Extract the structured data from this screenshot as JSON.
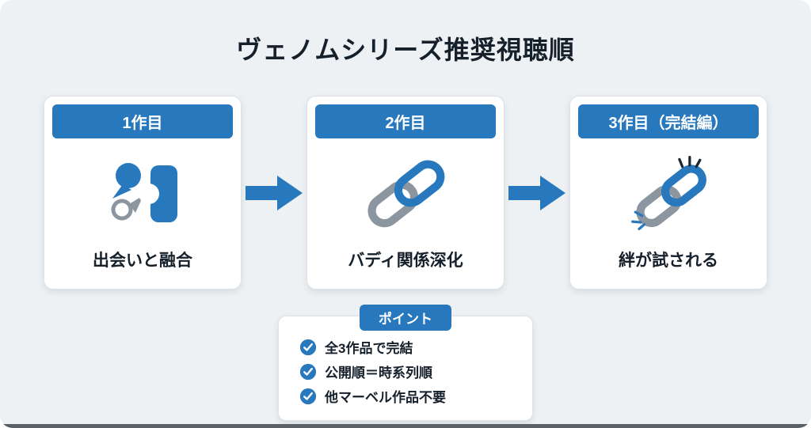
{
  "title": "ヴェノムシリーズ推奨視聴順",
  "steps": [
    {
      "header": "1作目",
      "caption": "出会いと融合",
      "icon": "fusion-icon"
    },
    {
      "header": "2作目",
      "caption": "バディ関係深化",
      "icon": "chain-link-icon"
    },
    {
      "header": "3作目（完結編）",
      "caption": "絆が試される",
      "icon": "strained-chain-icon"
    }
  ],
  "points": {
    "badge": "ポイント",
    "item_icon": "check-icon",
    "items": [
      "全3作品で完結",
      "公開順＝時系列順",
      "他マーベル作品不要"
    ]
  },
  "colors": {
    "accent": "#2878BE",
    "background": "#EDF1F3",
    "card": "#FFFFFF",
    "text": "#15202B",
    "gray_icon": "#8B96A1"
  }
}
